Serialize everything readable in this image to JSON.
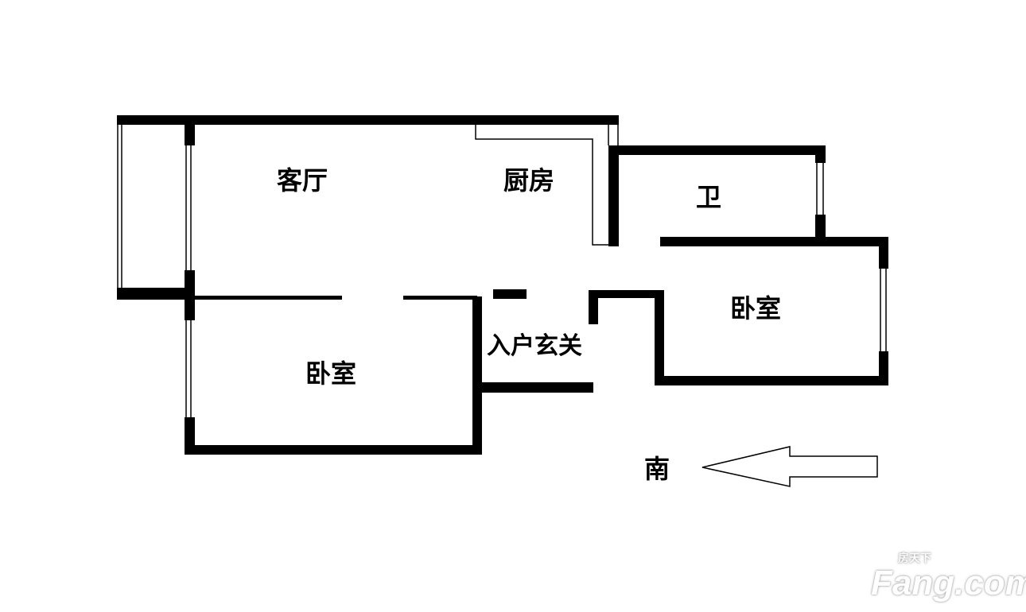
{
  "rooms": {
    "living_room": "客厅",
    "kitchen": "厨房",
    "bathroom": "卫",
    "bedroom_east": "卧室",
    "bedroom_west": "卧室",
    "entrance": "入户玄关"
  },
  "compass": {
    "label": "南",
    "arrow_icon": "arrow-left"
  },
  "watermark": {
    "brand": "Fang.com",
    "chinese": "房天下"
  },
  "colors": {
    "wall": "#000000",
    "background": "#ffffff"
  }
}
